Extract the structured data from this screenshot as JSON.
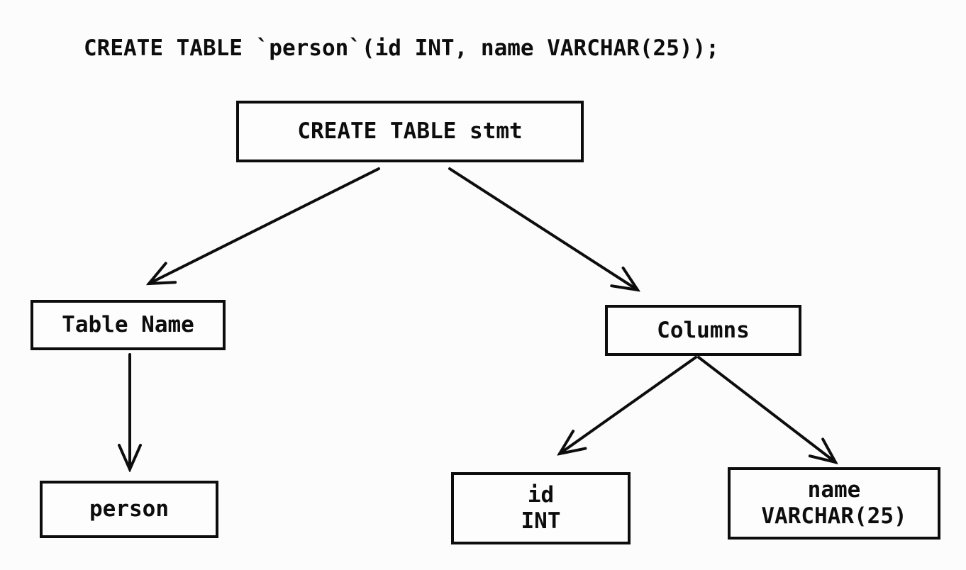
{
  "sql": {
    "statement": "CREATE TABLE `person`(id INT, name VARCHAR(25));"
  },
  "tree": {
    "root": {
      "label": "CREATE TABLE stmt"
    },
    "table_name": {
      "label": "Table Name"
    },
    "columns": {
      "label": "Columns"
    },
    "person": {
      "label": "person"
    },
    "column_id": {
      "line1": "id",
      "line2": "INT"
    },
    "column_name": {
      "line1": "name",
      "line2": "VARCHAR(25)"
    }
  },
  "edges": [
    {
      "from": "root",
      "to": "table_name"
    },
    {
      "from": "root",
      "to": "columns"
    },
    {
      "from": "table_name",
      "to": "person"
    },
    {
      "from": "columns",
      "to": "column_id"
    },
    {
      "from": "columns",
      "to": "column_name"
    }
  ],
  "colors": {
    "background": "#fcfcfc",
    "node_fill": "#fdfdfd",
    "line": "#0d0d0d"
  }
}
